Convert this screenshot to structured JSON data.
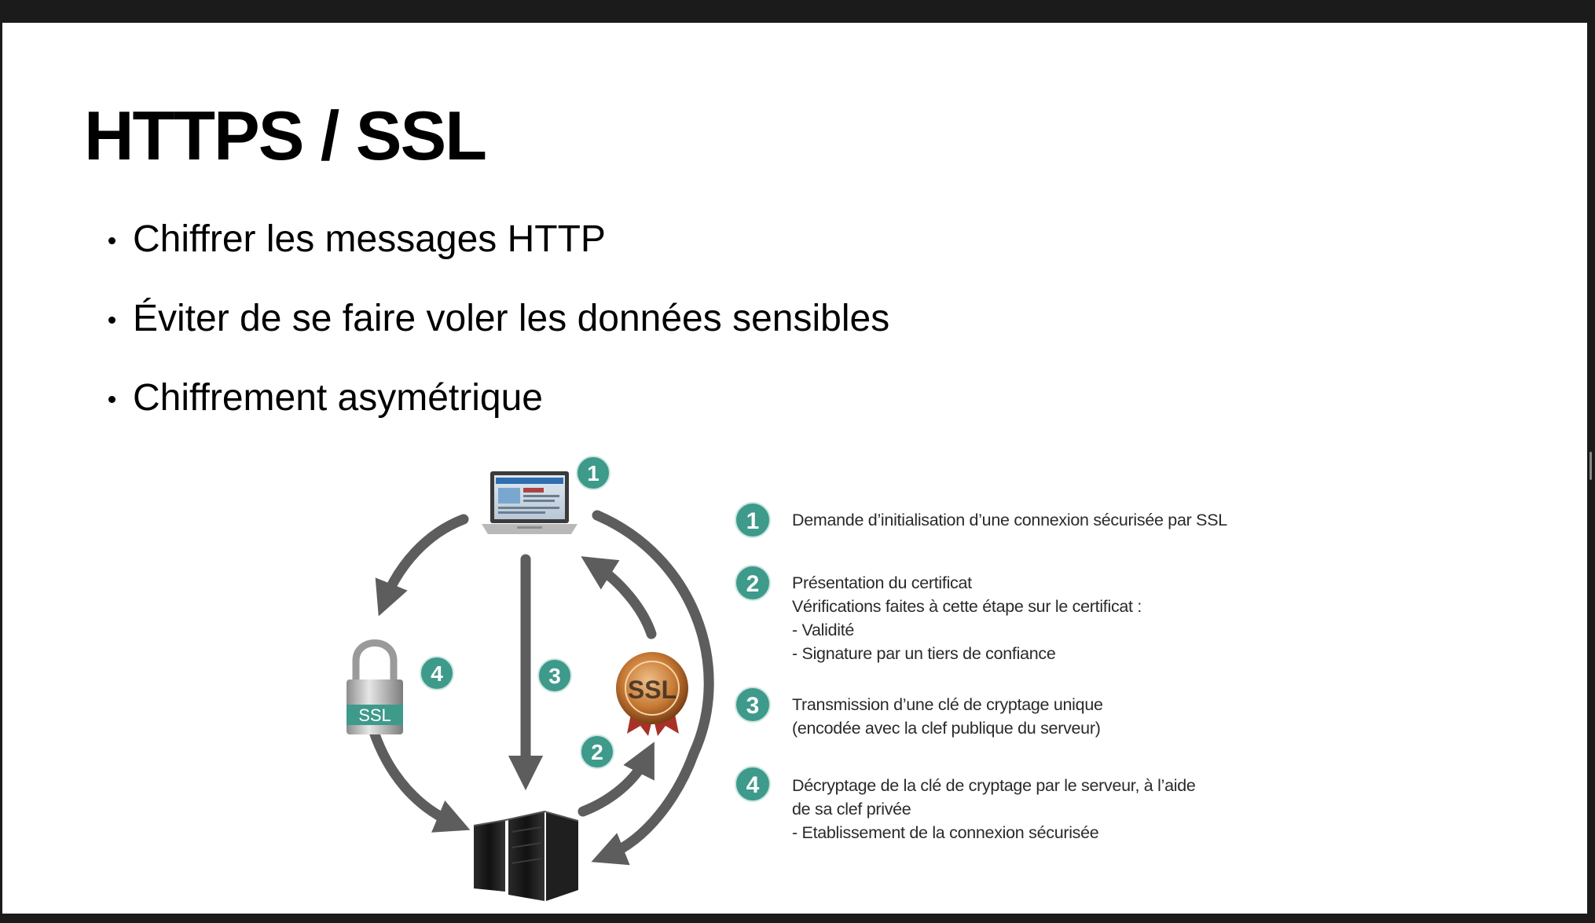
{
  "slide": {
    "title": "HTTPS / SSL",
    "bullets": [
      "Chiffrer les messages HTTP",
      "Éviter de se faire voler les données sensibles",
      "Chiffrement asymétrique"
    ]
  },
  "diagram": {
    "step_badges": [
      "1",
      "2",
      "3",
      "4"
    ],
    "lock_label": "SSL",
    "certificate_label": "SSL",
    "accent_color": "#3e9a8a",
    "arrow_color": "#5d5d5d",
    "legend": [
      {
        "number": "1",
        "lines": [
          "Demande d’initialisation d’une connexion sécurisée par SSL"
        ]
      },
      {
        "number": "2",
        "lines": [
          "Présentation du certificat",
          "Vérifications faites à cette étape sur le certificat :",
          "- Validité",
          "- Signature par un tiers de confiance"
        ]
      },
      {
        "number": "3",
        "lines": [
          "Transmission d’une clé de cryptage unique",
          "(encodée avec la clef publique du serveur)"
        ]
      },
      {
        "number": "4",
        "lines": [
          "Décryptage de la clé de cryptage par le serveur, à l’aide",
          "de sa clef privée",
          "- Etablissement de la connexion sécurisée"
        ]
      }
    ]
  }
}
